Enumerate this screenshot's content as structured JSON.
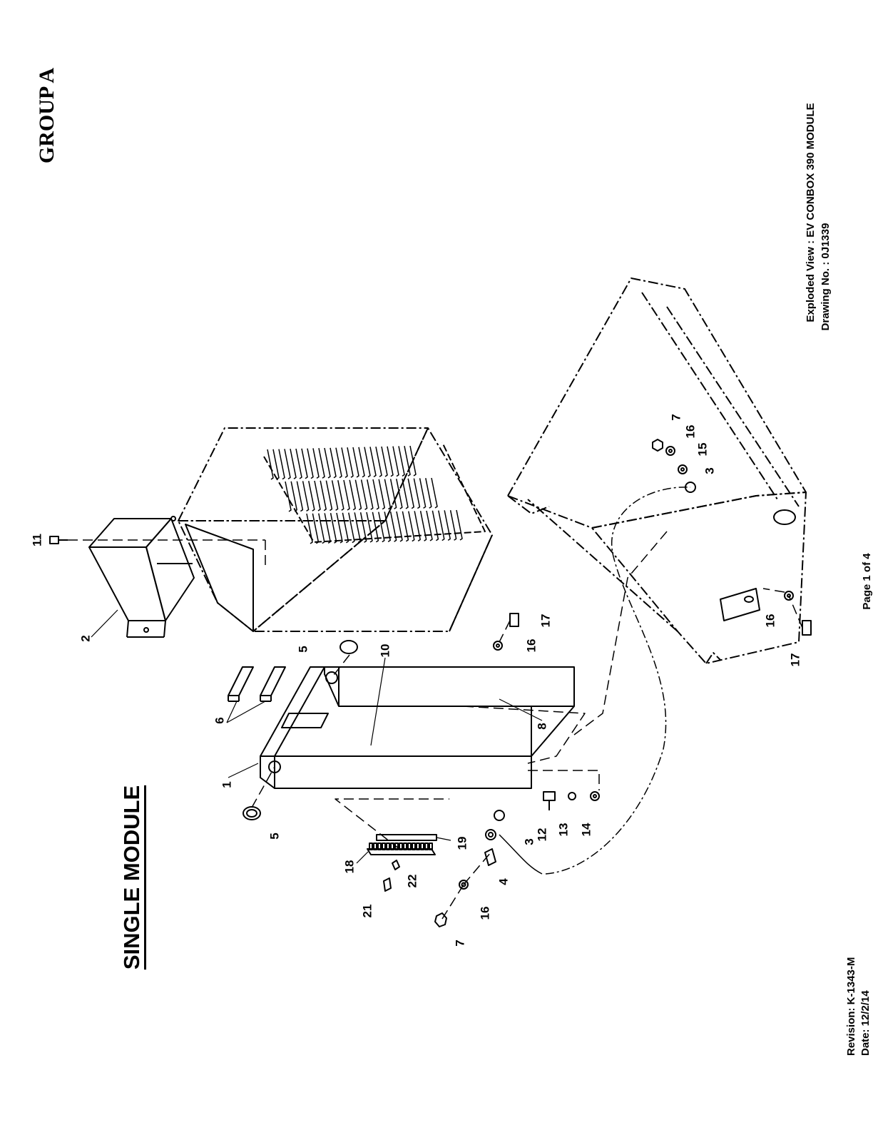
{
  "group_label": "GROUP A",
  "section_title": "SINGLE MODULE",
  "exploded_view_line": "Exploded View : EV CONBOX 390 MODULE",
  "drawing_no_line": "Drawing No. : 0J1339",
  "revision_line": "Revision: K-1343-M",
  "date_line": "Date: 12/2/14",
  "page_label": "Page 1 of 4",
  "callouts": [
    "11",
    "2",
    "6",
    "5",
    "10",
    "1",
    "5",
    "16",
    "17",
    "8",
    "12",
    "13",
    "14",
    "3",
    "19",
    "18",
    "22",
    "21",
    "4",
    "16",
    "7",
    "7",
    "16",
    "15",
    "3",
    "16",
    "17"
  ]
}
